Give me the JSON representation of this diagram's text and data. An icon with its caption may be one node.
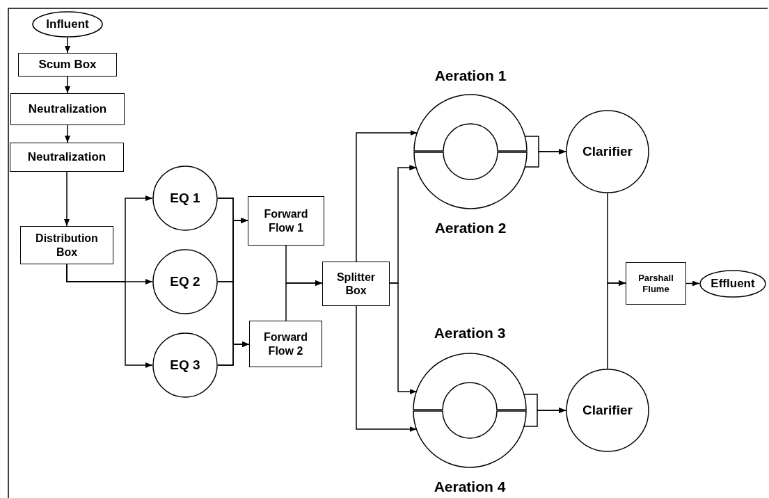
{
  "diagram": {
    "nodes": [
      {
        "text": [
          "Influent"
        ]
      },
      {
        "text": [
          "Scum Box"
        ]
      },
      {
        "text": [
          "Neutralization"
        ]
      },
      {
        "text": [
          "Neutralization"
        ]
      },
      {
        "text": [
          "Distribution Box"
        ]
      },
      {
        "text": [
          "EQ 1"
        ]
      },
      {
        "text": [
          "EQ 2"
        ]
      },
      {
        "text": [
          "EQ 3"
        ]
      },
      {
        "text": [
          "Forward Flow 1"
        ]
      },
      {
        "text": [
          "Forward Flow 2"
        ]
      },
      {
        "text": [
          "Splitter Box"
        ]
      },
      {
        "text": [
          "Aeration 1"
        ]
      },
      {
        "text": [
          "Aeration 2"
        ]
      },
      {
        "text": [
          "Aeration 3"
        ]
      },
      {
        "text": [
          "Aeration 4"
        ]
      },
      {
        "text": [
          "Clarifier"
        ]
      },
      {
        "text": [
          "Clarifier"
        ]
      },
      {
        "text": [
          "Parshall Flume"
        ]
      },
      {
        "text": [
          "Effluent"
        ]
      }
    ],
    "edges": [
      {
        "from": 0,
        "to": 1,
        "arrow": "to"
      },
      {
        "from": 1,
        "to": 2,
        "arrow": "to"
      },
      {
        "from": 2,
        "to": 3,
        "arrow": "to"
      },
      {
        "from": 3,
        "to": 4,
        "arrow": "to"
      },
      {
        "from": 4,
        "to": 5,
        "arrow": "to"
      },
      {
        "from": 4,
        "to": 6,
        "arrow": "to"
      },
      {
        "from": 4,
        "to": 7,
        "arrow": "to"
      },
      {
        "from": 5,
        "to": 8,
        "arrow": "to"
      },
      {
        "from": 6,
        "to": 8,
        "arrow": "to"
      },
      {
        "from": 7,
        "to": 8,
        "arrow": "to"
      },
      {
        "from": 5,
        "to": 9,
        "arrow": "to"
      },
      {
        "from": 6,
        "to": 9,
        "arrow": "to"
      },
      {
        "from": 7,
        "to": 9,
        "arrow": "to"
      },
      {
        "from": 8,
        "to": 10,
        "arrow": "to"
      },
      {
        "from": 9,
        "to": 10,
        "arrow": "to"
      },
      {
        "from": 10,
        "to": 11,
        "arrow": "to"
      },
      {
        "from": 10,
        "to": 12,
        "arrow": "to"
      },
      {
        "from": 10,
        "to": 13,
        "arrow": "to"
      },
      {
        "from": 10,
        "to": 14,
        "arrow": "to"
      },
      {
        "from": 11,
        "to": 15,
        "arrow": "to"
      },
      {
        "from": 12,
        "to": 15,
        "arrow": "to"
      },
      {
        "from": 13,
        "to": 16,
        "arrow": "to"
      },
      {
        "from": 14,
        "to": 16,
        "arrow": "to"
      },
      {
        "from": 15,
        "to": 17,
        "arrow": "to"
      },
      {
        "from": 16,
        "to": 17,
        "arrow": "to"
      },
      {
        "from": 17,
        "to": 18,
        "arrow": "to"
      }
    ]
  }
}
